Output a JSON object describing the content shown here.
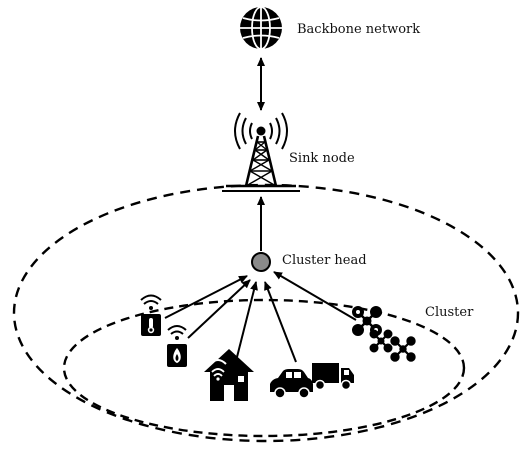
{
  "labels": {
    "backbone": "Backbone network",
    "sink": "Sink node",
    "cluster_head": "Cluster head",
    "cluster": "Cluster"
  },
  "nodes": [
    {
      "id": "backbone",
      "icon": "globe-icon"
    },
    {
      "id": "sink",
      "icon": "antenna-tower-icon"
    },
    {
      "id": "cluster_head",
      "icon": "circle-node-icon"
    },
    {
      "id": "thermometer-1",
      "icon": "thermometer-sensor-icon"
    },
    {
      "id": "fire-sensor",
      "icon": "flame-sensor-icon"
    },
    {
      "id": "smart-home",
      "icon": "house-wifi-icon"
    },
    {
      "id": "car",
      "icon": "car-icon"
    },
    {
      "id": "truck",
      "icon": "truck-icon"
    },
    {
      "id": "drones",
      "icon": "drone-icon"
    }
  ],
  "colors": {
    "ink": "#000000",
    "node_fill": "#8a8a8a"
  }
}
